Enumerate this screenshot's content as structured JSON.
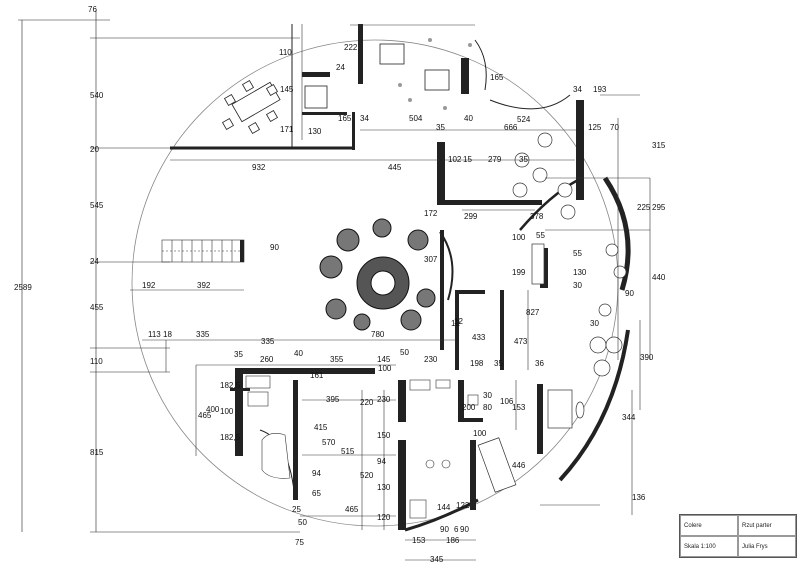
{
  "title_block": {
    "project": "Colere",
    "sheet": "Rzut parter",
    "scale": "Skala 1:100",
    "author": "Julia Frys"
  },
  "dimensions": {
    "top": [
      "76",
      "193",
      "34",
      "524",
      "666",
      "125",
      "70",
      "315"
    ],
    "left_vertical": [
      "2589",
      "540",
      "20",
      "545",
      "24",
      "455",
      "110",
      "815"
    ],
    "upper_left": [
      "110",
      "222",
      "24",
      "145",
      "171",
      "130",
      "165",
      "34",
      "504",
      "35",
      "40",
      "165"
    ],
    "mid_row": [
      "932",
      "445",
      "102",
      "15",
      "279",
      "35"
    ],
    "center": [
      "172",
      "299",
      "378",
      "307",
      "100",
      "55",
      "55",
      "130",
      "30",
      "199",
      "827",
      "473",
      "433",
      "12",
      "90",
      "30",
      "440",
      "225",
      "295",
      "90",
      "192",
      "392"
    ],
    "mid_left": [
      "113",
      "18",
      "335",
      "335",
      "780"
    ],
    "lower_row": [
      "35",
      "260",
      "40",
      "355",
      "145",
      "50",
      "230",
      "100",
      "198",
      "35",
      "36",
      "390",
      "344"
    ],
    "lower_left": [
      "465",
      "400",
      "182,5",
      "100",
      "182,5",
      "415",
      "570",
      "395",
      "220",
      "230",
      "515",
      "150",
      "520",
      "130",
      "94",
      "120",
      "465",
      "161",
      "65",
      "94",
      "25",
      "50",
      "75"
    ],
    "lower_center": [
      "200",
      "80",
      "30",
      "106",
      "153",
      "100",
      "446",
      "122",
      "144",
      "153",
      "186",
      "90",
      "6",
      "90",
      "345",
      "136",
      "12"
    ]
  }
}
